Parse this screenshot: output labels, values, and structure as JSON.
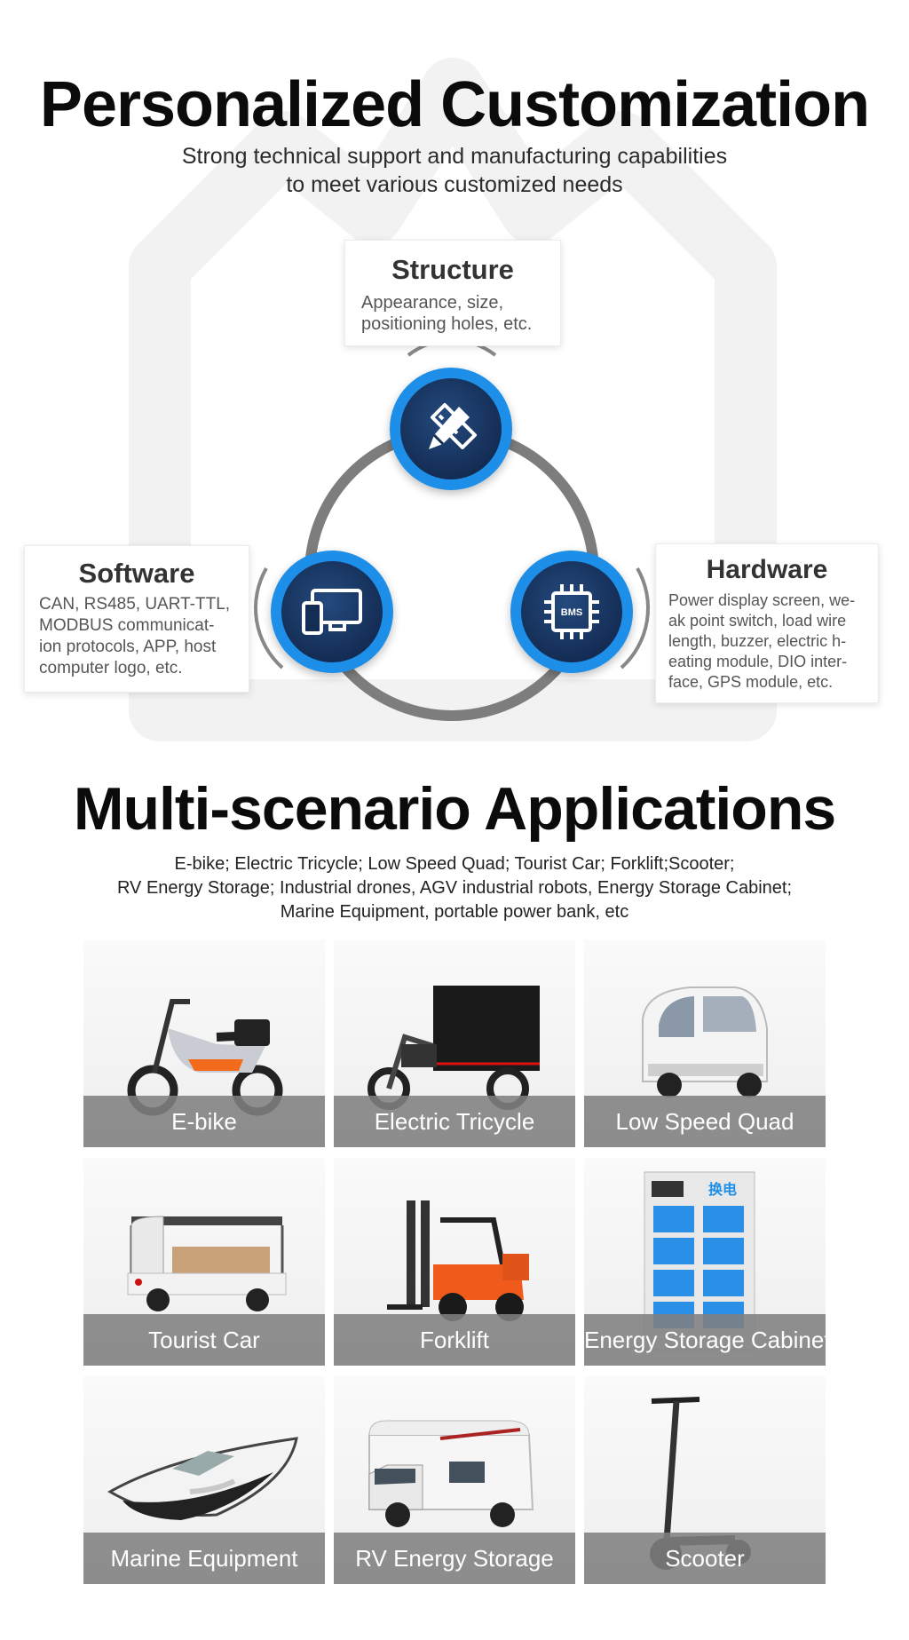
{
  "header": {
    "title": "Personalized Customization",
    "subtitle_line1": "Strong technical support and manufacturing capabilities",
    "subtitle_line2": "to meet various customized needs"
  },
  "diagram": {
    "structure": {
      "title": "Structure",
      "body": "Appearance, size, positioning holes, etc."
    },
    "software": {
      "title": "Software",
      "body": "CAN, RS485, UART-TTL, MODBUS communicat-ion protocols, APP, host computer logo, etc."
    },
    "hardware": {
      "title": "Hardware",
      "body": "Power display screen, we-ak point switch, load wire length, buzzer, electric h-eating module, DIO inter-face, GPS module, etc."
    },
    "chip_label": "BMS",
    "icons": {
      "top": "pencil-ruler-icon",
      "left": "devices-icon",
      "right": "bms-chip-icon"
    },
    "colors": {
      "node_ring": "#1e8fe8",
      "node_core": "#142d55",
      "ring": "#7a7a7a"
    }
  },
  "applications": {
    "title": "Multi-scenario Applications",
    "line1": "E-bike;  Electric Tricycle; Low Speed Quad; Tourist Car; Forklift;Scooter;",
    "line2": "RV Energy Storage;  Industrial drones, AGV industrial robots, Energy Storage Cabinet;",
    "line3": "Marine Equipment, portable power bank, etc",
    "tiles": [
      {
        "label": "E-bike",
        "icon": "ebike-icon"
      },
      {
        "label": "Electric Tricycle",
        "icon": "tricycle-icon"
      },
      {
        "label": "Low Speed Quad",
        "icon": "quad-car-icon"
      },
      {
        "label": "Tourist Car",
        "icon": "tourist-car-icon"
      },
      {
        "label": "Forklift",
        "icon": "forklift-icon"
      },
      {
        "label": "Energy Storage Cabinet",
        "icon": "cabinet-icon"
      },
      {
        "label": "Marine Equipment",
        "icon": "boat-icon"
      },
      {
        "label": "RV Energy Storage",
        "icon": "rv-icon"
      },
      {
        "label": "Scooter",
        "icon": "scooter-icon"
      }
    ],
    "cabinet_sign": "换电"
  }
}
